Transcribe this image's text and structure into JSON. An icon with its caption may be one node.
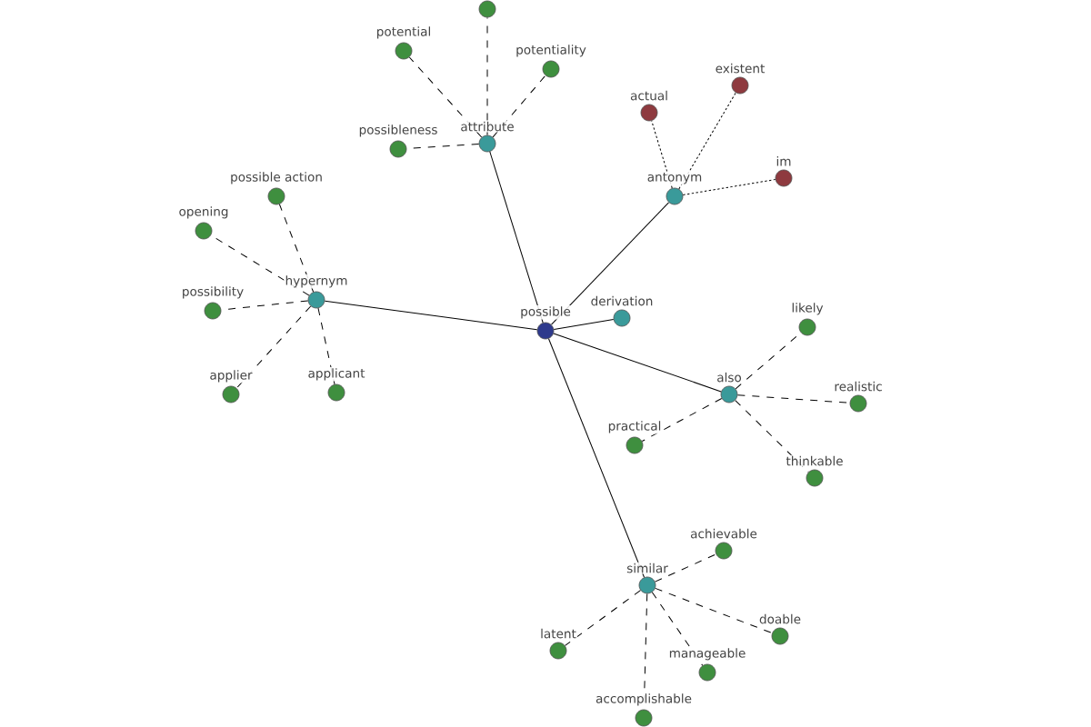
{
  "diagram": {
    "nodes": [
      {
        "text": [
          "possible"
        ]
      },
      {
        "text": [
          "attribute"
        ]
      },
      {
        "text": [],
        "shape": "circle"
      },
      {
        "text": [
          "potential"
        ]
      },
      {
        "text": [
          "potentiality"
        ]
      },
      {
        "text": [
          "possibleness"
        ]
      },
      {
        "text": [
          "antonym"
        ]
      },
      {
        "text": [
          "actual"
        ]
      },
      {
        "text": [
          "existent"
        ]
      },
      {
        "text": [
          "im"
        ]
      },
      {
        "text": [
          "hypernym"
        ]
      },
      {
        "text": [
          "possible action"
        ]
      },
      {
        "text": [
          "opening"
        ]
      },
      {
        "text": [
          "possibility"
        ]
      },
      {
        "text": [
          "applier"
        ]
      },
      {
        "text": [
          "applicant"
        ]
      },
      {
        "text": [
          "derivation"
        ]
      },
      {
        "text": [
          "also"
        ]
      },
      {
        "text": [
          "likely"
        ]
      },
      {
        "text": [
          "realistic"
        ]
      },
      {
        "text": [
          "thinkable"
        ]
      },
      {
        "text": [
          "practical"
        ]
      },
      {
        "text": [
          "similar"
        ]
      },
      {
        "text": [
          "achievable"
        ]
      },
      {
        "text": [
          "latent"
        ]
      },
      {
        "text": [
          "manageable"
        ]
      },
      {
        "text": [
          "doable"
        ]
      },
      {
        "text": [
          "accomplishable"
        ]
      }
    ],
    "edges": [
      {
        "from": 0,
        "to": 1,
        "arrow": "none"
      },
      {
        "from": 1,
        "to": 2,
        "arrow": "none",
        "style": "dashed"
      },
      {
        "from": 1,
        "to": 3,
        "arrow": "none",
        "style": "dashed"
      },
      {
        "from": 1,
        "to": 4,
        "arrow": "none",
        "style": "dashed"
      },
      {
        "from": 1,
        "to": 5,
        "arrow": "none",
        "style": "dashed"
      },
      {
        "from": 0,
        "to": 6,
        "arrow": "none"
      },
      {
        "from": 6,
        "to": 7,
        "arrow": "none",
        "style": "dashed"
      },
      {
        "from": 6,
        "to": 8,
        "arrow": "none",
        "style": "dashed"
      },
      {
        "from": 6,
        "to": 9,
        "arrow": "none",
        "style": "dashed"
      },
      {
        "from": 0,
        "to": 10,
        "arrow": "none"
      },
      {
        "from": 10,
        "to": 11,
        "arrow": "none",
        "style": "dashed"
      },
      {
        "from": 10,
        "to": 12,
        "arrow": "none",
        "style": "dashed"
      },
      {
        "from": 10,
        "to": 13,
        "arrow": "none",
        "style": "dashed"
      },
      {
        "from": 10,
        "to": 14,
        "arrow": "none",
        "style": "dashed"
      },
      {
        "from": 10,
        "to": 15,
        "arrow": "none",
        "style": "dashed"
      },
      {
        "from": 0,
        "to": 16,
        "arrow": "none"
      },
      {
        "from": 0,
        "to": 17,
        "arrow": "none"
      },
      {
        "from": 17,
        "to": 18,
        "arrow": "none",
        "style": "dashed"
      },
      {
        "from": 17,
        "to": 19,
        "arrow": "none",
        "style": "dashed"
      },
      {
        "from": 17,
        "to": 20,
        "arrow": "none",
        "style": "dashed"
      },
      {
        "from": 17,
        "to": 21,
        "arrow": "none",
        "style": "dashed"
      },
      {
        "from": 0,
        "to": 22,
        "arrow": "none"
      },
      {
        "from": 22,
        "to": 23,
        "arrow": "none",
        "style": "dashed"
      },
      {
        "from": 22,
        "to": 24,
        "arrow": "none",
        "style": "dashed"
      },
      {
        "from": 22,
        "to": 25,
        "arrow": "none",
        "style": "dashed"
      },
      {
        "from": 22,
        "to": 26,
        "arrow": "none",
        "style": "dashed"
      },
      {
        "from": 22,
        "to": 27,
        "arrow": "none",
        "style": "dashed"
      }
    ]
  }
}
